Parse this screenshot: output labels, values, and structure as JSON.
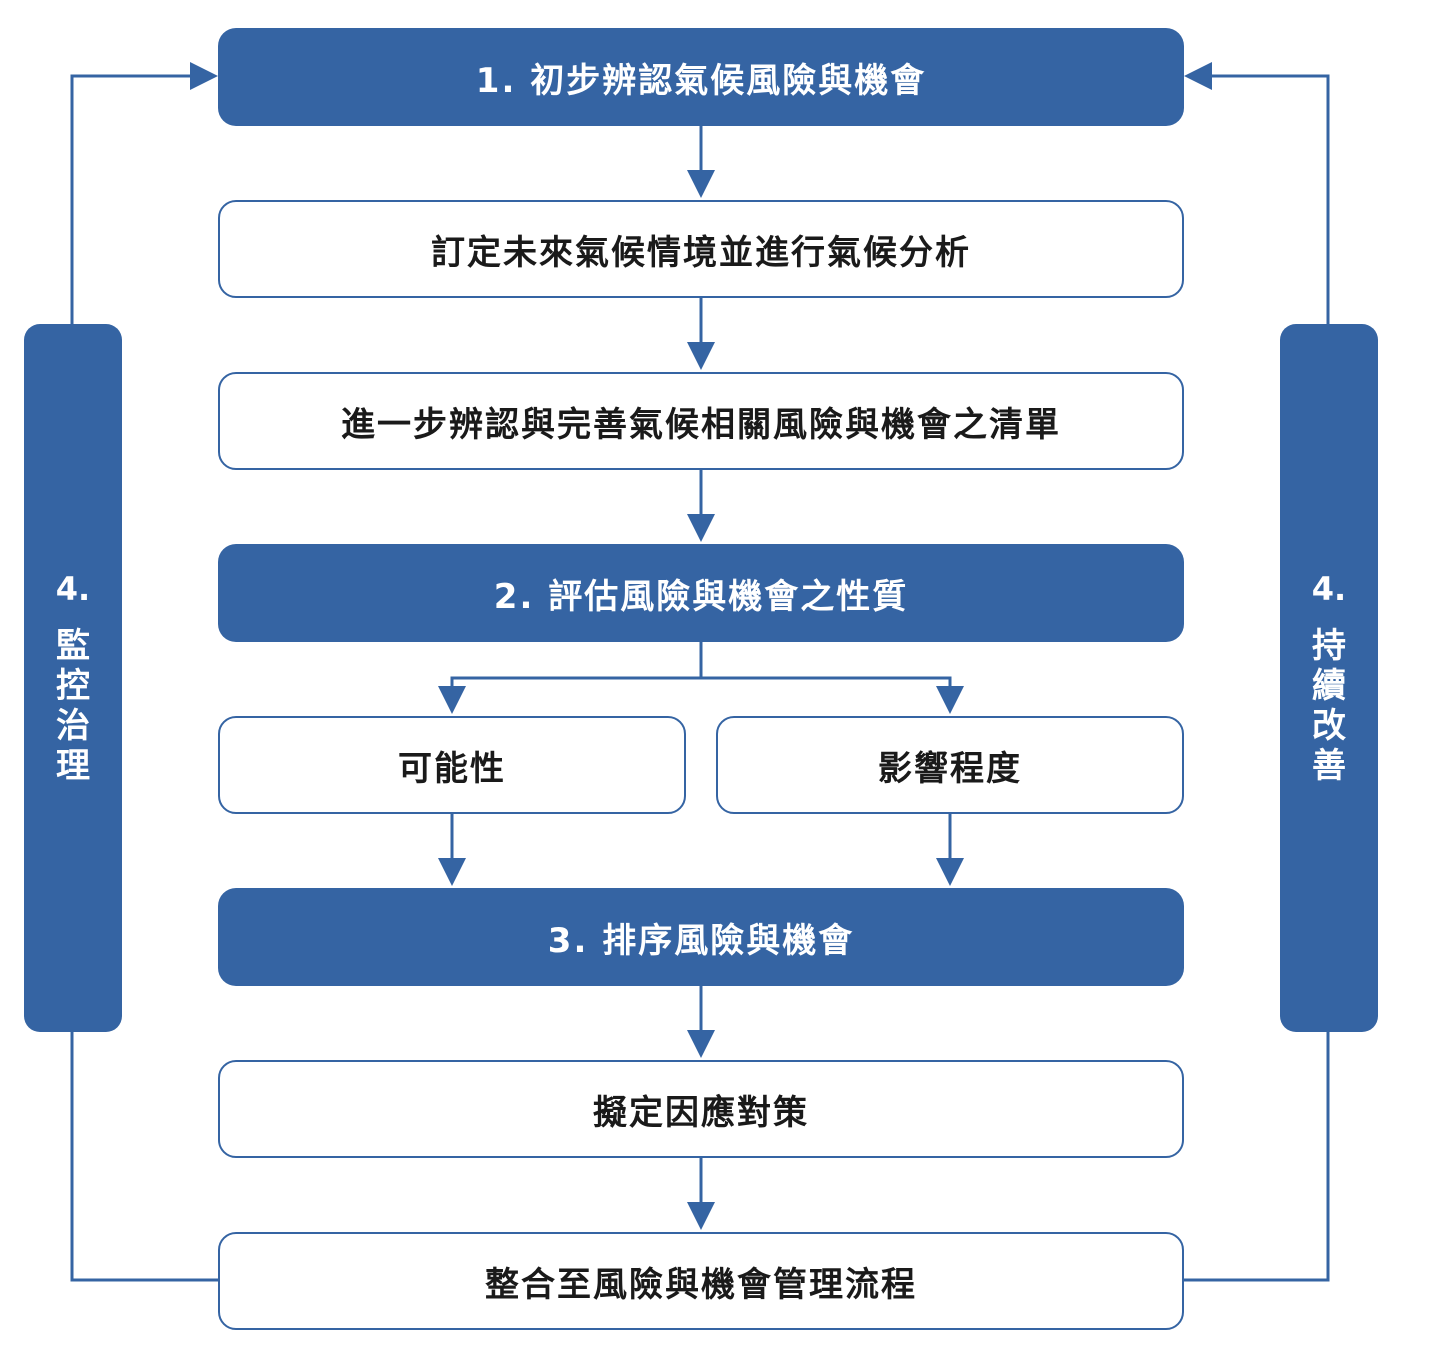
{
  "colors": {
    "primary": "#3564a3",
    "text_dark": "#1a1a1a",
    "text_light": "#ffffff"
  },
  "steps": {
    "step1": "1.  初步辨認氣候風險與機會",
    "scenario": "訂定未來氣候情境並進行氣候分析",
    "inventory": "進一步辨認與完善氣候相關風險與機會之清單",
    "step2": "2.  評估風險與機會之性質",
    "likelihood": "可能性",
    "impact": "影響程度",
    "step3": "3.  排序風險與機會",
    "response": "擬定因應對策",
    "integrate": "整合至風險與機會管理流程"
  },
  "side_left": {
    "number": "4.",
    "label": "監控治理"
  },
  "side_right": {
    "number": "4.",
    "label": "持續改善"
  }
}
